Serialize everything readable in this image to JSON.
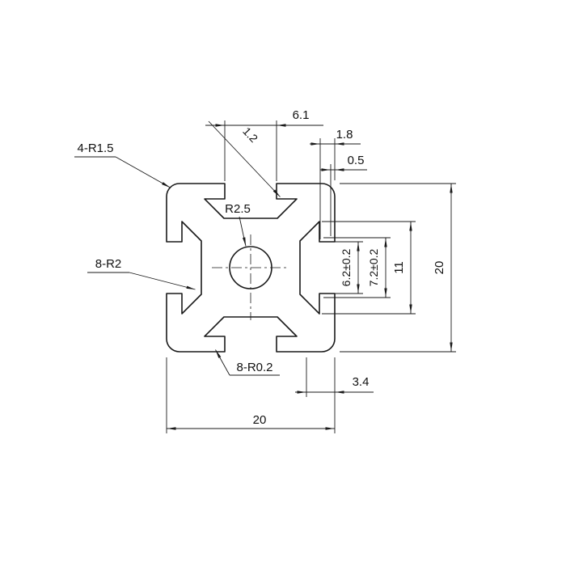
{
  "drawing": {
    "colors": {
      "line": "#1a1a1a",
      "background": "#ffffff"
    },
    "labels": {
      "slot_opening_width": "6.1",
      "lip_depth": "1.8",
      "lip_chamfer": "0.5",
      "wall_thickness": "1.2",
      "corner_radius": "4-R1.5",
      "center_bore_radius": "R2.5",
      "core_fillet_radius": "8-R2",
      "lip_tip_radius": "8-R0.2",
      "slot_inner_width": "6.2±0.2",
      "slot_chamfer_width": "7.2±0.2",
      "slot_cavity_width": "11",
      "overall_height": "20",
      "slot_depth": "3.4",
      "overall_width": "20"
    }
  }
}
